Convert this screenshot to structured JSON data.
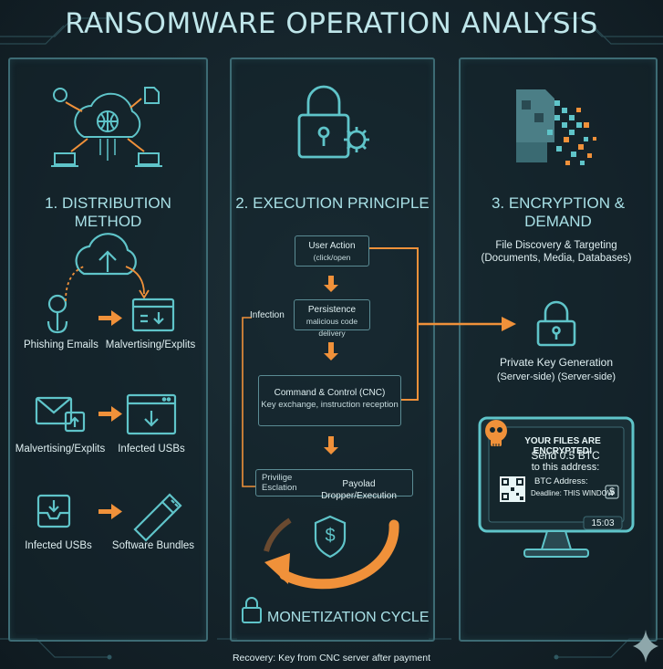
{
  "title": "RANSOMWARE OPERATION ANALYSIS",
  "panels": {
    "distribution": {
      "title": "1. DISTRIBUTION METHOD",
      "items": [
        "Phishing Emails",
        "Malvertising/Explits",
        "Malvertising/Explits",
        "Infected USBs",
        "Infected USBs",
        "Software Bundles"
      ]
    },
    "execution": {
      "title": "2. EXECUTION PRINCIPLE",
      "user_action": "User Action",
      "user_action_sub": "(click/open",
      "persistence": "Persistence",
      "persistence_sub": "malicious code delivery",
      "cnc": "Command & Control (CNC)",
      "cnc_sub": "Key exchange, instruction reception",
      "privilege_1": "Privilige",
      "privilege_2": "Esclation",
      "payload": "Payolad Dropper/Execution",
      "infection": "Infection",
      "monetization": "MONETIZATION CYCLE"
    },
    "encryption": {
      "title": "3. ENCRYPTION & DEMAND",
      "discovery": "File Discovery & Targeting",
      "discovery_sub": "(Documents, Media, Databases)",
      "keygen": "Private Key Generation",
      "keygen_sub": "(Server-side) (Server-side)",
      "ransom_title": "YOUR FILES ARE ENCRYPTED!",
      "ransom_send": "Send 0.5 BTC",
      "ransom_to": "to this address:",
      "btc_address": "BTC Address:",
      "deadline": "Deadline: THIS WINDOW",
      "timer": "15:03",
      "dollar": "$"
    }
  },
  "footer": "Recovery: Key from CNC server after payment",
  "colors": {
    "accent": "#f0913a",
    "teal": "#5fc4c9",
    "panel_border": "#3d6b74"
  }
}
